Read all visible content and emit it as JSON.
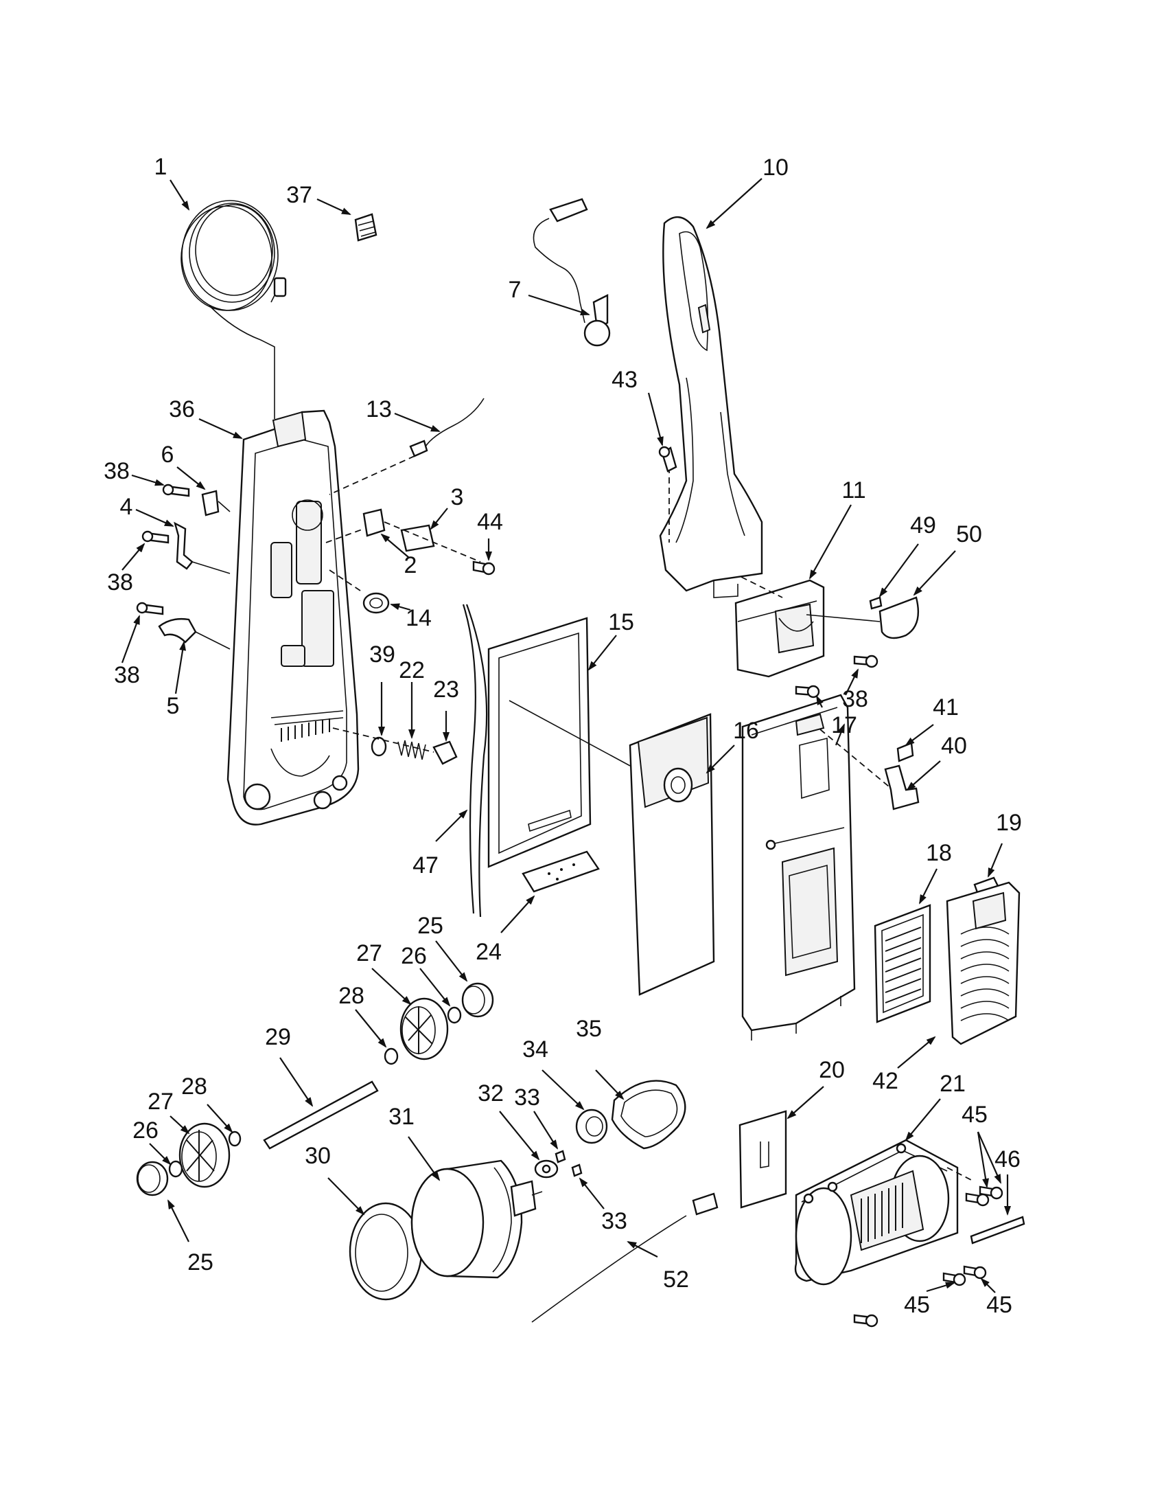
{
  "labels": [
    "1",
    "37",
    "36",
    "13",
    "38",
    "6",
    "4",
    "38",
    "38",
    "5",
    "2",
    "3",
    "44",
    "14",
    "39",
    "22",
    "23",
    "7",
    "10",
    "43",
    "11",
    "49",
    "50",
    "38",
    "15",
    "16",
    "17",
    "41",
    "40",
    "47",
    "24",
    "25",
    "27",
    "26",
    "28",
    "29",
    "18",
    "19",
    "42",
    "35",
    "34",
    "32",
    "33",
    "33",
    "31",
    "30",
    "28",
    "27",
    "26",
    "25",
    "20",
    "21",
    "45",
    "46",
    "52",
    "45",
    "45"
  ]
}
